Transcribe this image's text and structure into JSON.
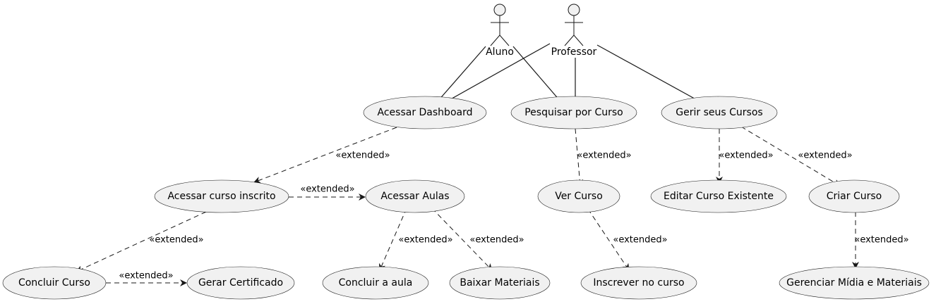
{
  "actors": [
    {
      "id": "aluno",
      "label": "Aluno"
    },
    {
      "id": "professor",
      "label": "Professor"
    }
  ],
  "use_cases": [
    {
      "id": "dashboard",
      "label": "Acessar Dashboard"
    },
    {
      "id": "pesquisar",
      "label": "Pesquisar por Curso"
    },
    {
      "id": "gerir",
      "label": "Gerir seus Cursos"
    },
    {
      "id": "inscrito",
      "label": "Acessar curso inscrito"
    },
    {
      "id": "aulas",
      "label": "Acessar Aulas"
    },
    {
      "id": "ver",
      "label": "Ver Curso"
    },
    {
      "id": "editar",
      "label": "Editar Curso Existente"
    },
    {
      "id": "criar",
      "label": "Criar Curso"
    },
    {
      "id": "concluir_curso",
      "label": "Concluir Curso"
    },
    {
      "id": "certificado",
      "label": "Gerar Certificado"
    },
    {
      "id": "concluir_aula",
      "label": "Concluir a aula"
    },
    {
      "id": "baixar",
      "label": "Baixar Materiais"
    },
    {
      "id": "inscrever",
      "label": "Inscrever no curso"
    },
    {
      "id": "gerenciar",
      "label": "Gerenciar Mídia e Materiais"
    }
  ],
  "associations": [
    {
      "from": "aluno",
      "to": "dashboard"
    },
    {
      "from": "aluno",
      "to": "pesquisar"
    },
    {
      "from": "professor",
      "to": "dashboard"
    },
    {
      "from": "professor",
      "to": "pesquisar"
    },
    {
      "from": "professor",
      "to": "gerir"
    }
  ],
  "extends": [
    {
      "from": "dashboard",
      "to": "inscrito",
      "label": "«extended»"
    },
    {
      "from": "pesquisar",
      "to": "ver",
      "label": "«extended»"
    },
    {
      "from": "gerir",
      "to": "editar",
      "label": "«extended»"
    },
    {
      "from": "gerir",
      "to": "criar",
      "label": "«extended»"
    },
    {
      "from": "inscrito",
      "to": "aulas",
      "label": "«extended»"
    },
    {
      "from": "inscrito",
      "to": "concluir_curso",
      "label": "«extended»"
    },
    {
      "from": "aulas",
      "to": "concluir_aula",
      "label": "«extended»"
    },
    {
      "from": "aulas",
      "to": "baixar",
      "label": "«extended»"
    },
    {
      "from": "ver",
      "to": "inscrever",
      "label": "«extended»"
    },
    {
      "from": "criar",
      "to": "gerenciar",
      "label": "«extended»"
    },
    {
      "from": "concluir_curso",
      "to": "certificado",
      "label": "«extended»"
    }
  ]
}
